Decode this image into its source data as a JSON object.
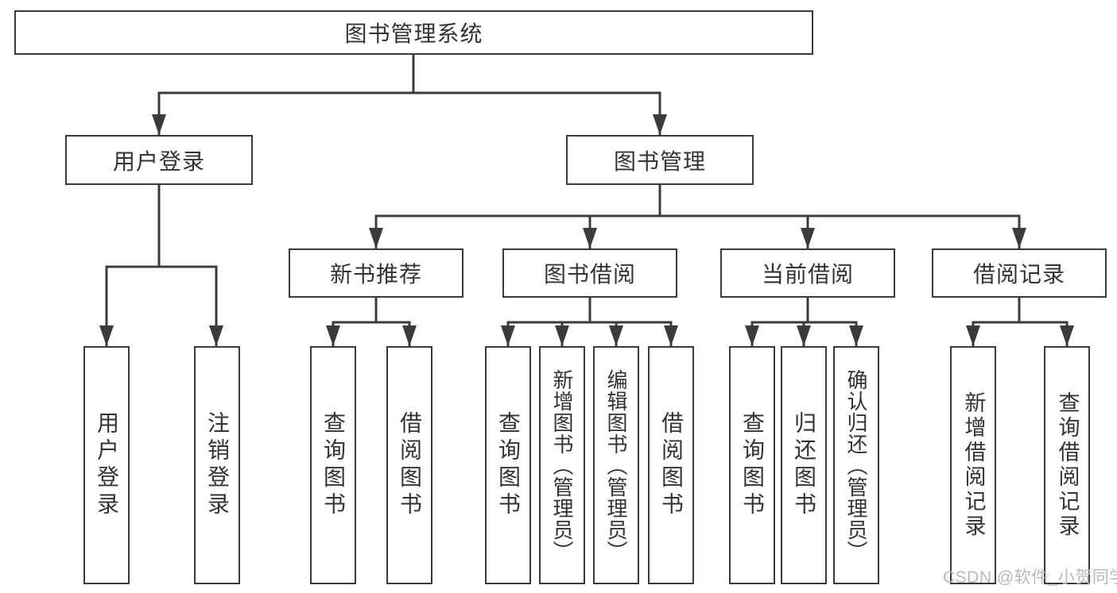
{
  "tree": {
    "root": "图书管理系统",
    "level2": [
      "用户登录",
      "图书管理"
    ],
    "user_children": [
      "用户登录",
      "注销登录"
    ],
    "groups": [
      {
        "label": "新书推荐",
        "children": [
          "查询图书",
          "借阅图书"
        ]
      },
      {
        "label": "图书借阅",
        "children": [
          "查询图书",
          "新增图书（管理员）",
          "编辑图书（管理员）",
          "借阅图书"
        ]
      },
      {
        "label": "当前借阅",
        "children": [
          "查询图书",
          "归还图书",
          "确认归还（管理员）"
        ]
      },
      {
        "label": "借阅记录",
        "children": [
          "新增借阅记录",
          "查询借阅记录"
        ]
      }
    ]
  },
  "watermark": {
    "text": "CSDN @软件_小贺同学",
    "color": "#b9b9b9"
  },
  "colors": {
    "line": "#3b3b3b",
    "text": "#333333",
    "background": "#ffffff"
  }
}
